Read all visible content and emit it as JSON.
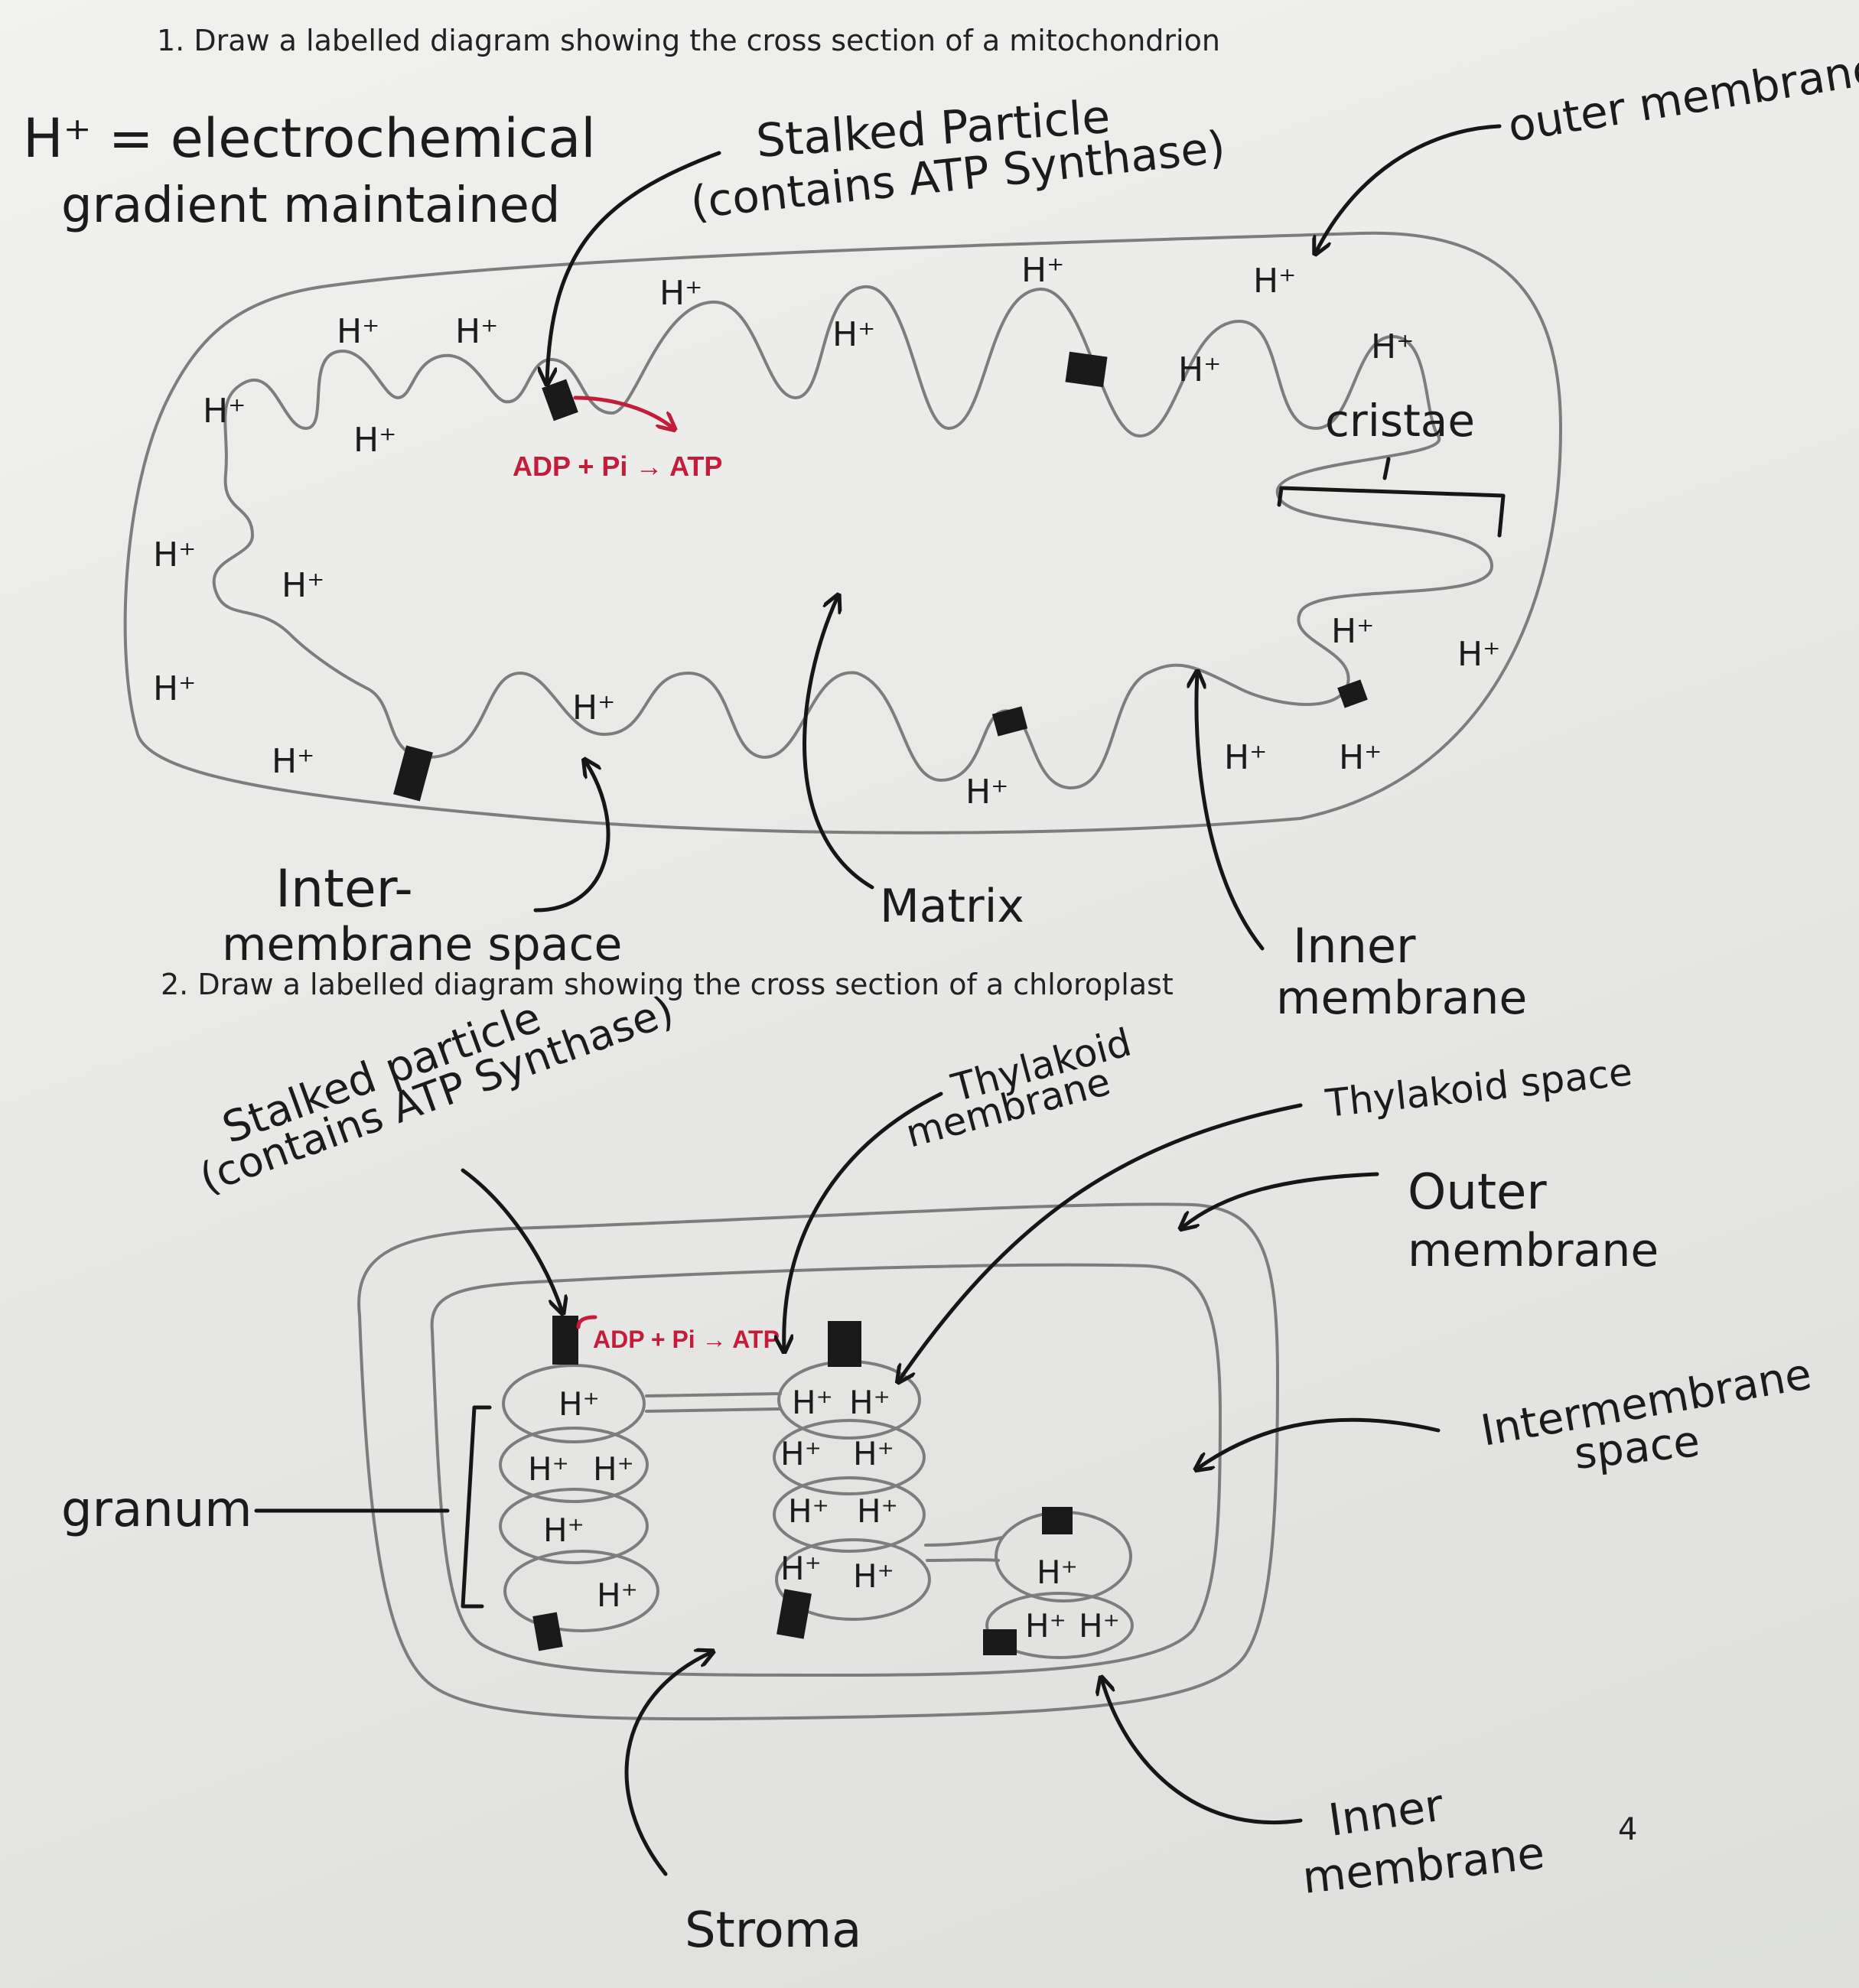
{
  "questions": {
    "q1": "1.  Draw a labelled diagram showing the cross section of a mitochondrion",
    "q2": "2.  Draw a labelled diagram showing the cross section of a chloroplast"
  },
  "mito": {
    "note_line1": "H⁺ = electrochemical",
    "note_line2": "gradient maintained",
    "stalked_line1": "Stalked Particle",
    "stalked_line2": "(contains ATP Synthase)",
    "outer_membrane": "outer membrane",
    "cristae": "cristae",
    "reaction": "ADP + Pi → ATP",
    "intermembrane_line1": "Inter-",
    "intermembrane_line2": "membrane space",
    "matrix": "Matrix",
    "inner_line1": "Inner",
    "inner_line2": "membrane",
    "ion": "H⁺"
  },
  "chloro": {
    "stalked_line1": "Stalked particle",
    "stalked_line2": "(contains ATP Synthase)",
    "thylakoid_membrane_line1": "Thylakoid",
    "thylakoid_membrane_line2": "membrane",
    "thylakoid_space": "Thylakoid space",
    "outer_line1": "Outer",
    "outer_line2": "membrane",
    "intermembrane_line1": "Intermembrane",
    "intermembrane_line2": "space",
    "granum": "granum",
    "reaction": "ADP + Pi → ATP",
    "stroma": "Stroma",
    "inner_line1": "Inner",
    "inner_line2": "membrane",
    "ion": "H⁺"
  },
  "page_number": "4",
  "colors": {
    "ink": "#161616",
    "pencil": "#7d7d7d",
    "red_ink": "#c41c3b"
  }
}
